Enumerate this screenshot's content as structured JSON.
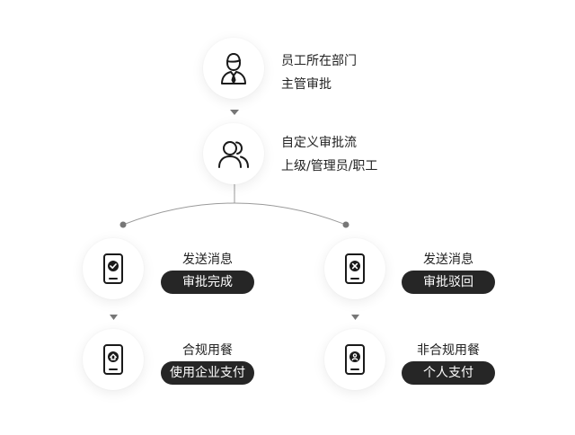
{
  "top": {
    "line1": "员工所在部门",
    "line2": "主管审批",
    "icon": "manager-person-icon"
  },
  "middle": {
    "line1": "自定义审批流",
    "line2": "上级/管理员/职工",
    "icon": "group-people-icon"
  },
  "left_branch": {
    "step1": {
      "title": "发送消息",
      "badge": "审批完成",
      "icon": "phone-check-icon"
    },
    "step2": {
      "title": "合规用餐",
      "badge": "使用企业支付",
      "icon": "phone-company-pay-icon"
    }
  },
  "right_branch": {
    "step1": {
      "title": "发送消息",
      "badge": "审批驳回",
      "icon": "phone-reject-icon"
    },
    "step2": {
      "title": "非合规用餐",
      "badge": "个人支付",
      "icon": "phone-personal-pay-icon"
    }
  },
  "colors": {
    "pill_background": "#262626",
    "pill_text": "#ffffff",
    "line": "#999999",
    "icon_stroke": "#1a1a1a"
  }
}
